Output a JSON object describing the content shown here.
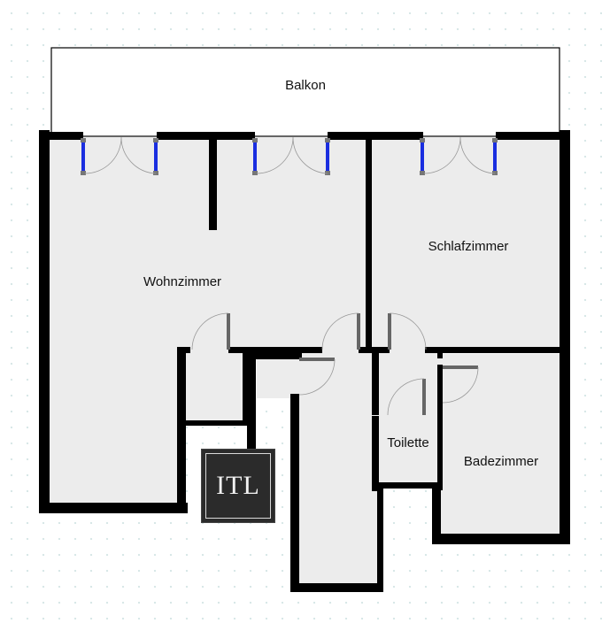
{
  "rooms": {
    "balkon": "Balkon",
    "wohnzimmer": "Wohnzimmer",
    "schlafzimmer": "Schlafzimmer",
    "toilette": "Toilette",
    "badezimmer": "Badezimmer"
  },
  "logo": {
    "text": "ITL"
  },
  "colors": {
    "wall": "#000000",
    "floor": "#ececec",
    "window": "#1a2ee0",
    "door_frame": "#666666"
  }
}
